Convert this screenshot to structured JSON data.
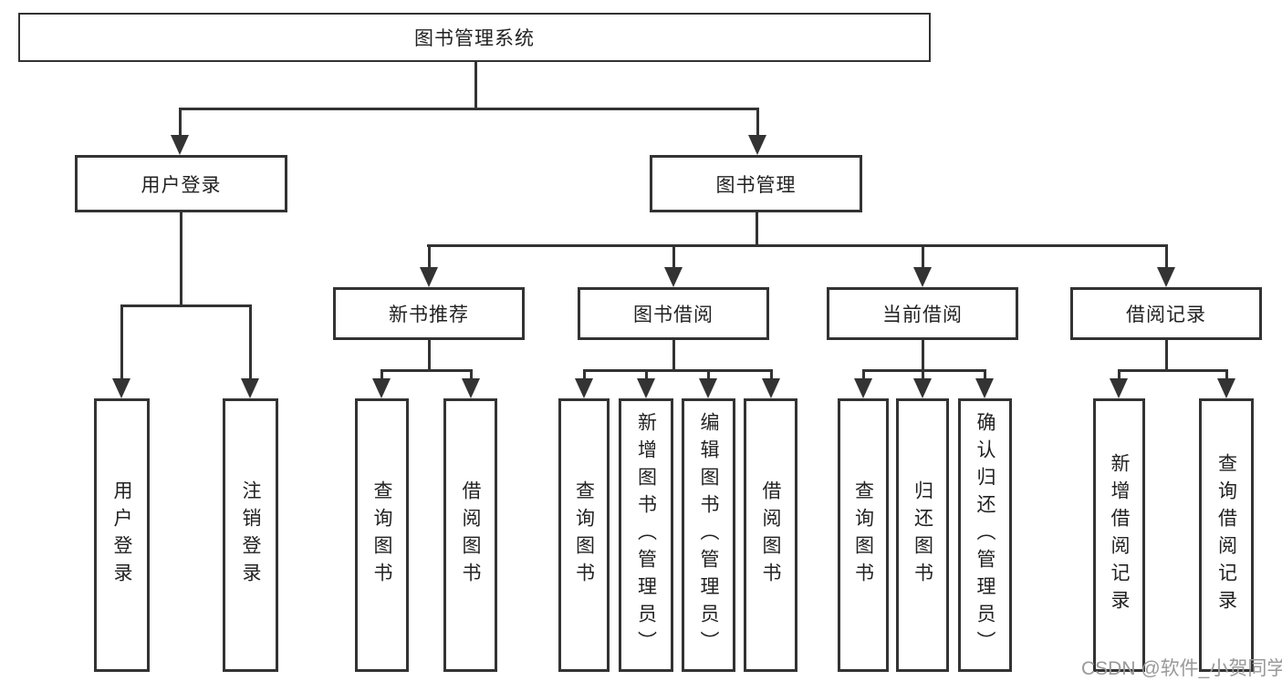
{
  "tree": {
    "root": "图书管理系统",
    "children": [
      {
        "label": "用户登录",
        "children": [
          "用户登录",
          "注销登录"
        ]
      },
      {
        "label": "图书管理",
        "children": [
          {
            "label": "新书推荐",
            "children": [
              "查询图书",
              "借阅图书"
            ]
          },
          {
            "label": "图书借阅",
            "children": [
              "查询图书",
              "新增图书（管理员）",
              "编辑图书（管理员）",
              "借阅图书"
            ]
          },
          {
            "label": "当前借阅",
            "children": [
              "查询图书",
              "归还图书",
              "确认归还（管理员）"
            ]
          },
          {
            "label": "借阅记录",
            "children": [
              "新增借阅记录",
              "查询借阅记录"
            ]
          }
        ]
      }
    ]
  },
  "colors": {
    "line": "#333333",
    "text": "#222222",
    "box_background": "#ffffff",
    "watermark": "#999999"
  },
  "watermark": {
    "text": "CSDN @软件_小贺同学"
  }
}
